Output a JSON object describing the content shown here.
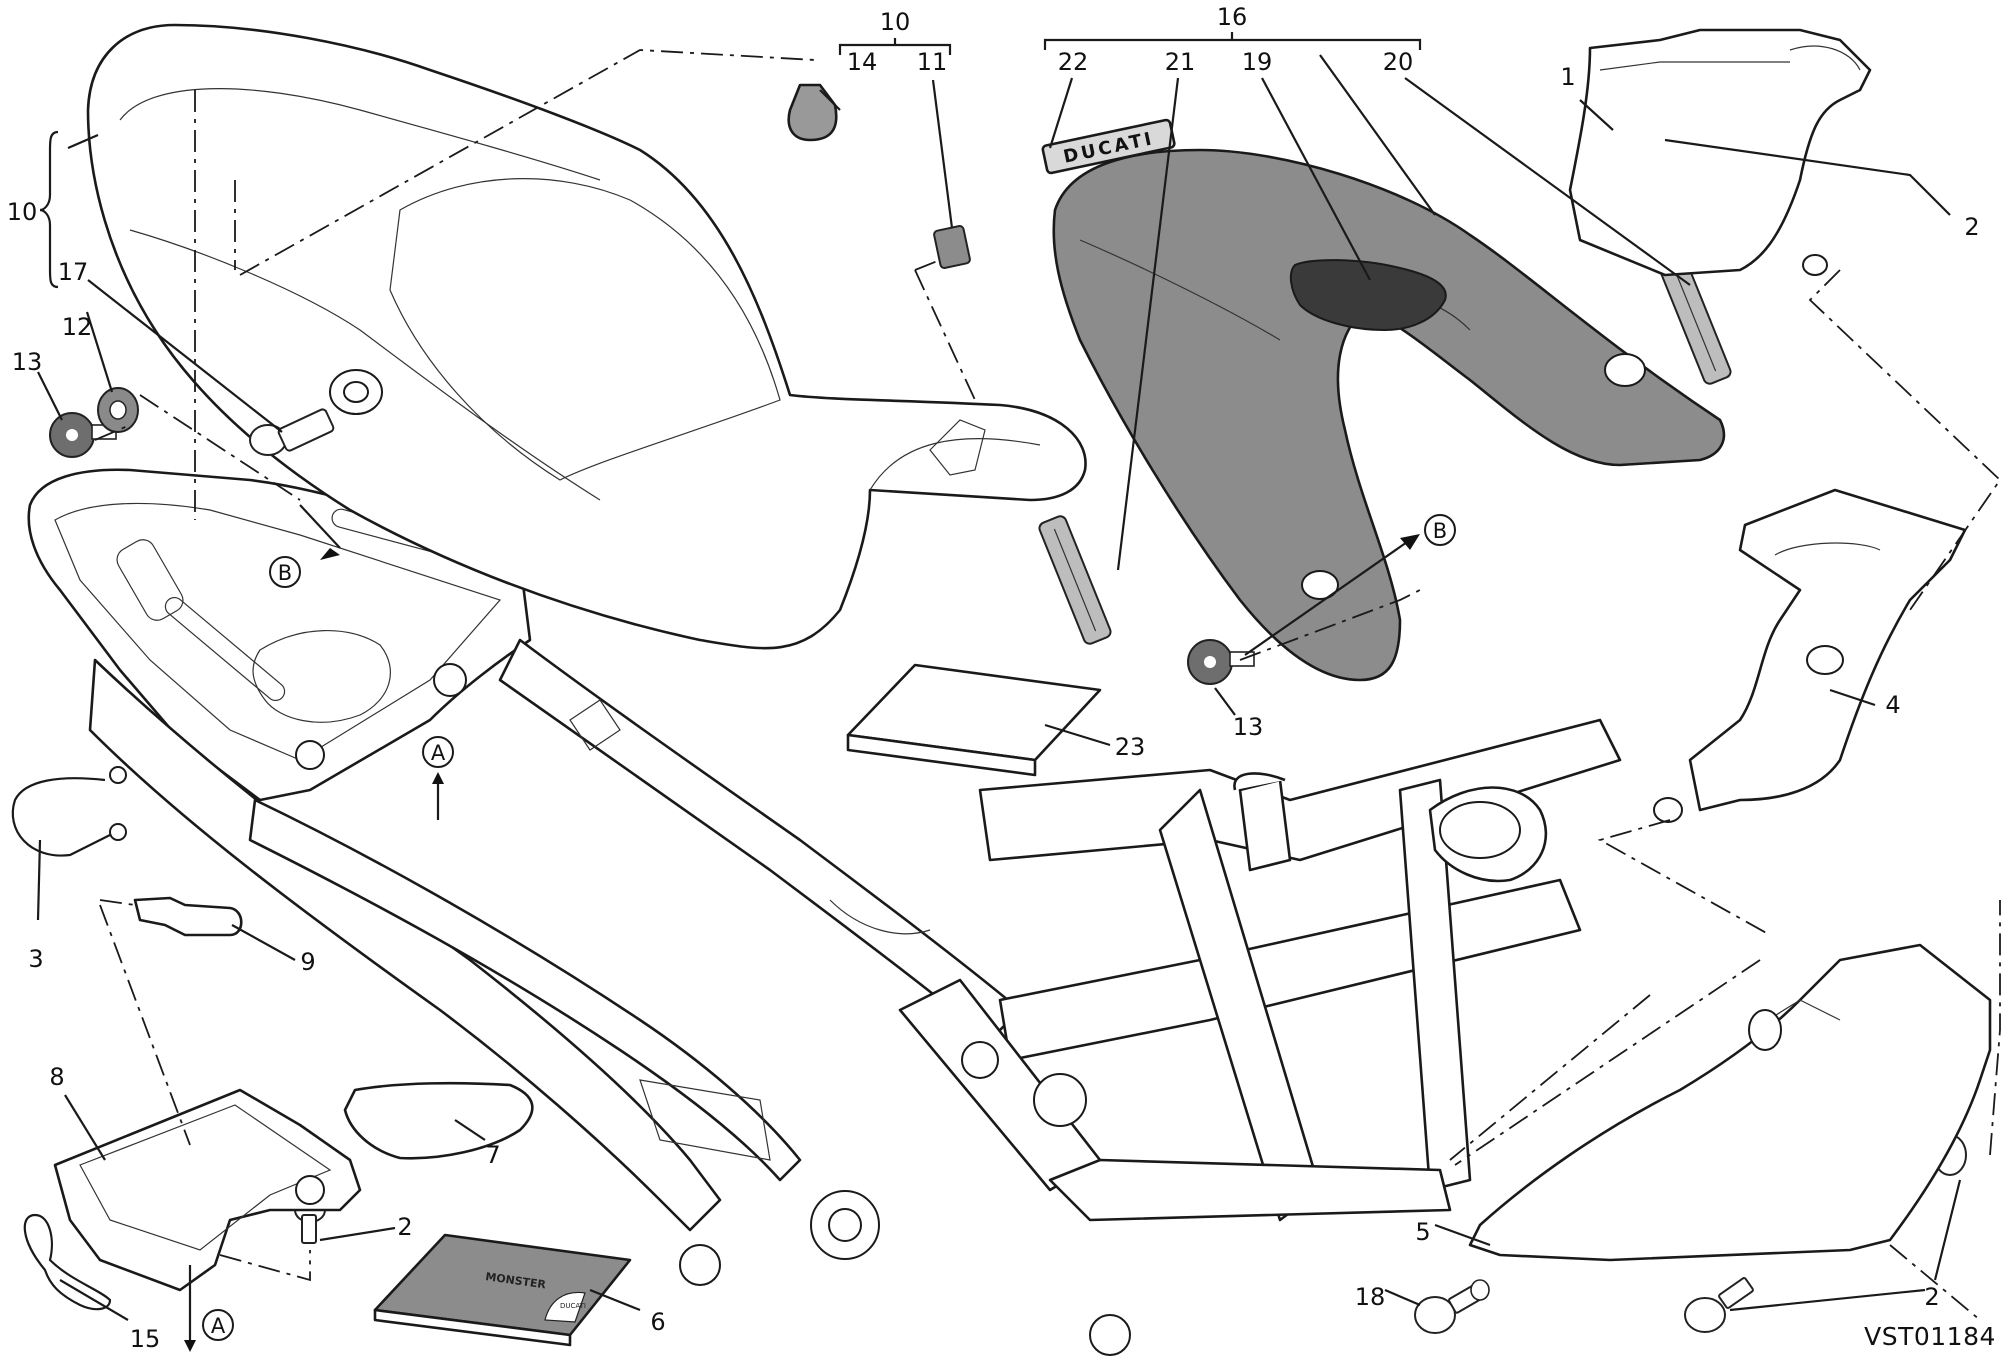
{
  "diagram": {
    "drawing_code": "VST01184",
    "callouts": [
      {
        "id": "c1",
        "label": "1"
      },
      {
        "id": "c2a",
        "label": "2"
      },
      {
        "id": "c2b",
        "label": "2"
      },
      {
        "id": "c2c",
        "label": "2"
      },
      {
        "id": "c3",
        "label": "3"
      },
      {
        "id": "c4",
        "label": "4"
      },
      {
        "id": "c5",
        "label": "5"
      },
      {
        "id": "c6",
        "label": "6"
      },
      {
        "id": "c7",
        "label": "7"
      },
      {
        "id": "c8",
        "label": "8"
      },
      {
        "id": "c9",
        "label": "9"
      },
      {
        "id": "c10a",
        "label": "10"
      },
      {
        "id": "c10b",
        "label": "10"
      },
      {
        "id": "c11",
        "label": "11"
      },
      {
        "id": "c12",
        "label": "12"
      },
      {
        "id": "c13a",
        "label": "13"
      },
      {
        "id": "c13b",
        "label": "13"
      },
      {
        "id": "c14",
        "label": "14"
      },
      {
        "id": "c15",
        "label": "15"
      },
      {
        "id": "c16",
        "label": "16"
      },
      {
        "id": "c17",
        "label": "17"
      },
      {
        "id": "c18",
        "label": "18"
      },
      {
        "id": "c19",
        "label": "19"
      },
      {
        "id": "c20",
        "label": "20"
      },
      {
        "id": "c21",
        "label": "21"
      },
      {
        "id": "c22",
        "label": "22"
      },
      {
        "id": "c23",
        "label": "23"
      }
    ],
    "reference_markers": [
      {
        "id": "mA1",
        "label": "A"
      },
      {
        "id": "mA2",
        "label": "A"
      },
      {
        "id": "mB1",
        "label": "B"
      },
      {
        "id": "mB2",
        "label": "B"
      }
    ],
    "decal_texts": {
      "ducati_decal": "DUCATI",
      "manual_cover": "MONSTER",
      "manual_logo": "DUCATI"
    }
  }
}
